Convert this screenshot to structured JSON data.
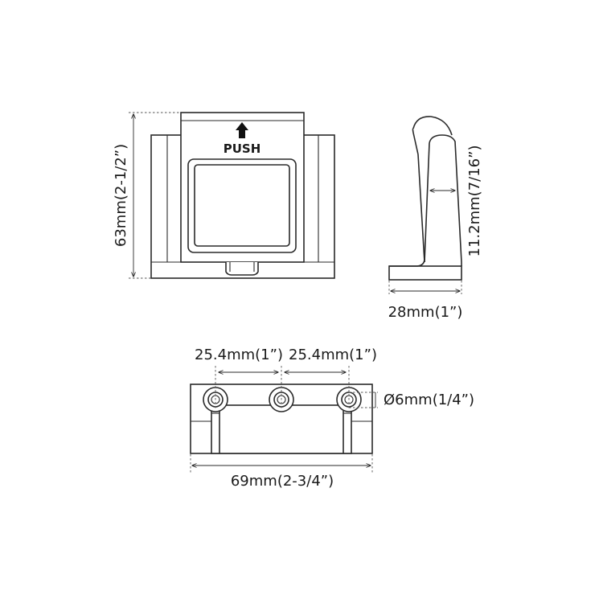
{
  "front_view": {
    "push_label": "PUSH",
    "height_dimension": "63mm(2-1/2”)"
  },
  "side_view": {
    "length_dimension": "11.2mm(7/16”)",
    "base_width_dimension": "28mm(1”)"
  },
  "bottom_view": {
    "spacing_left_dimension": "25.4mm(1”)",
    "spacing_right_dimension": "25.4mm(1”)",
    "hole_diameter_dimension": "Ø6mm(1/4”)",
    "overall_width_dimension": "69mm(2-3/4”)"
  },
  "colors": {
    "line": "#2a2a2a",
    "background": "#ffffff"
  }
}
